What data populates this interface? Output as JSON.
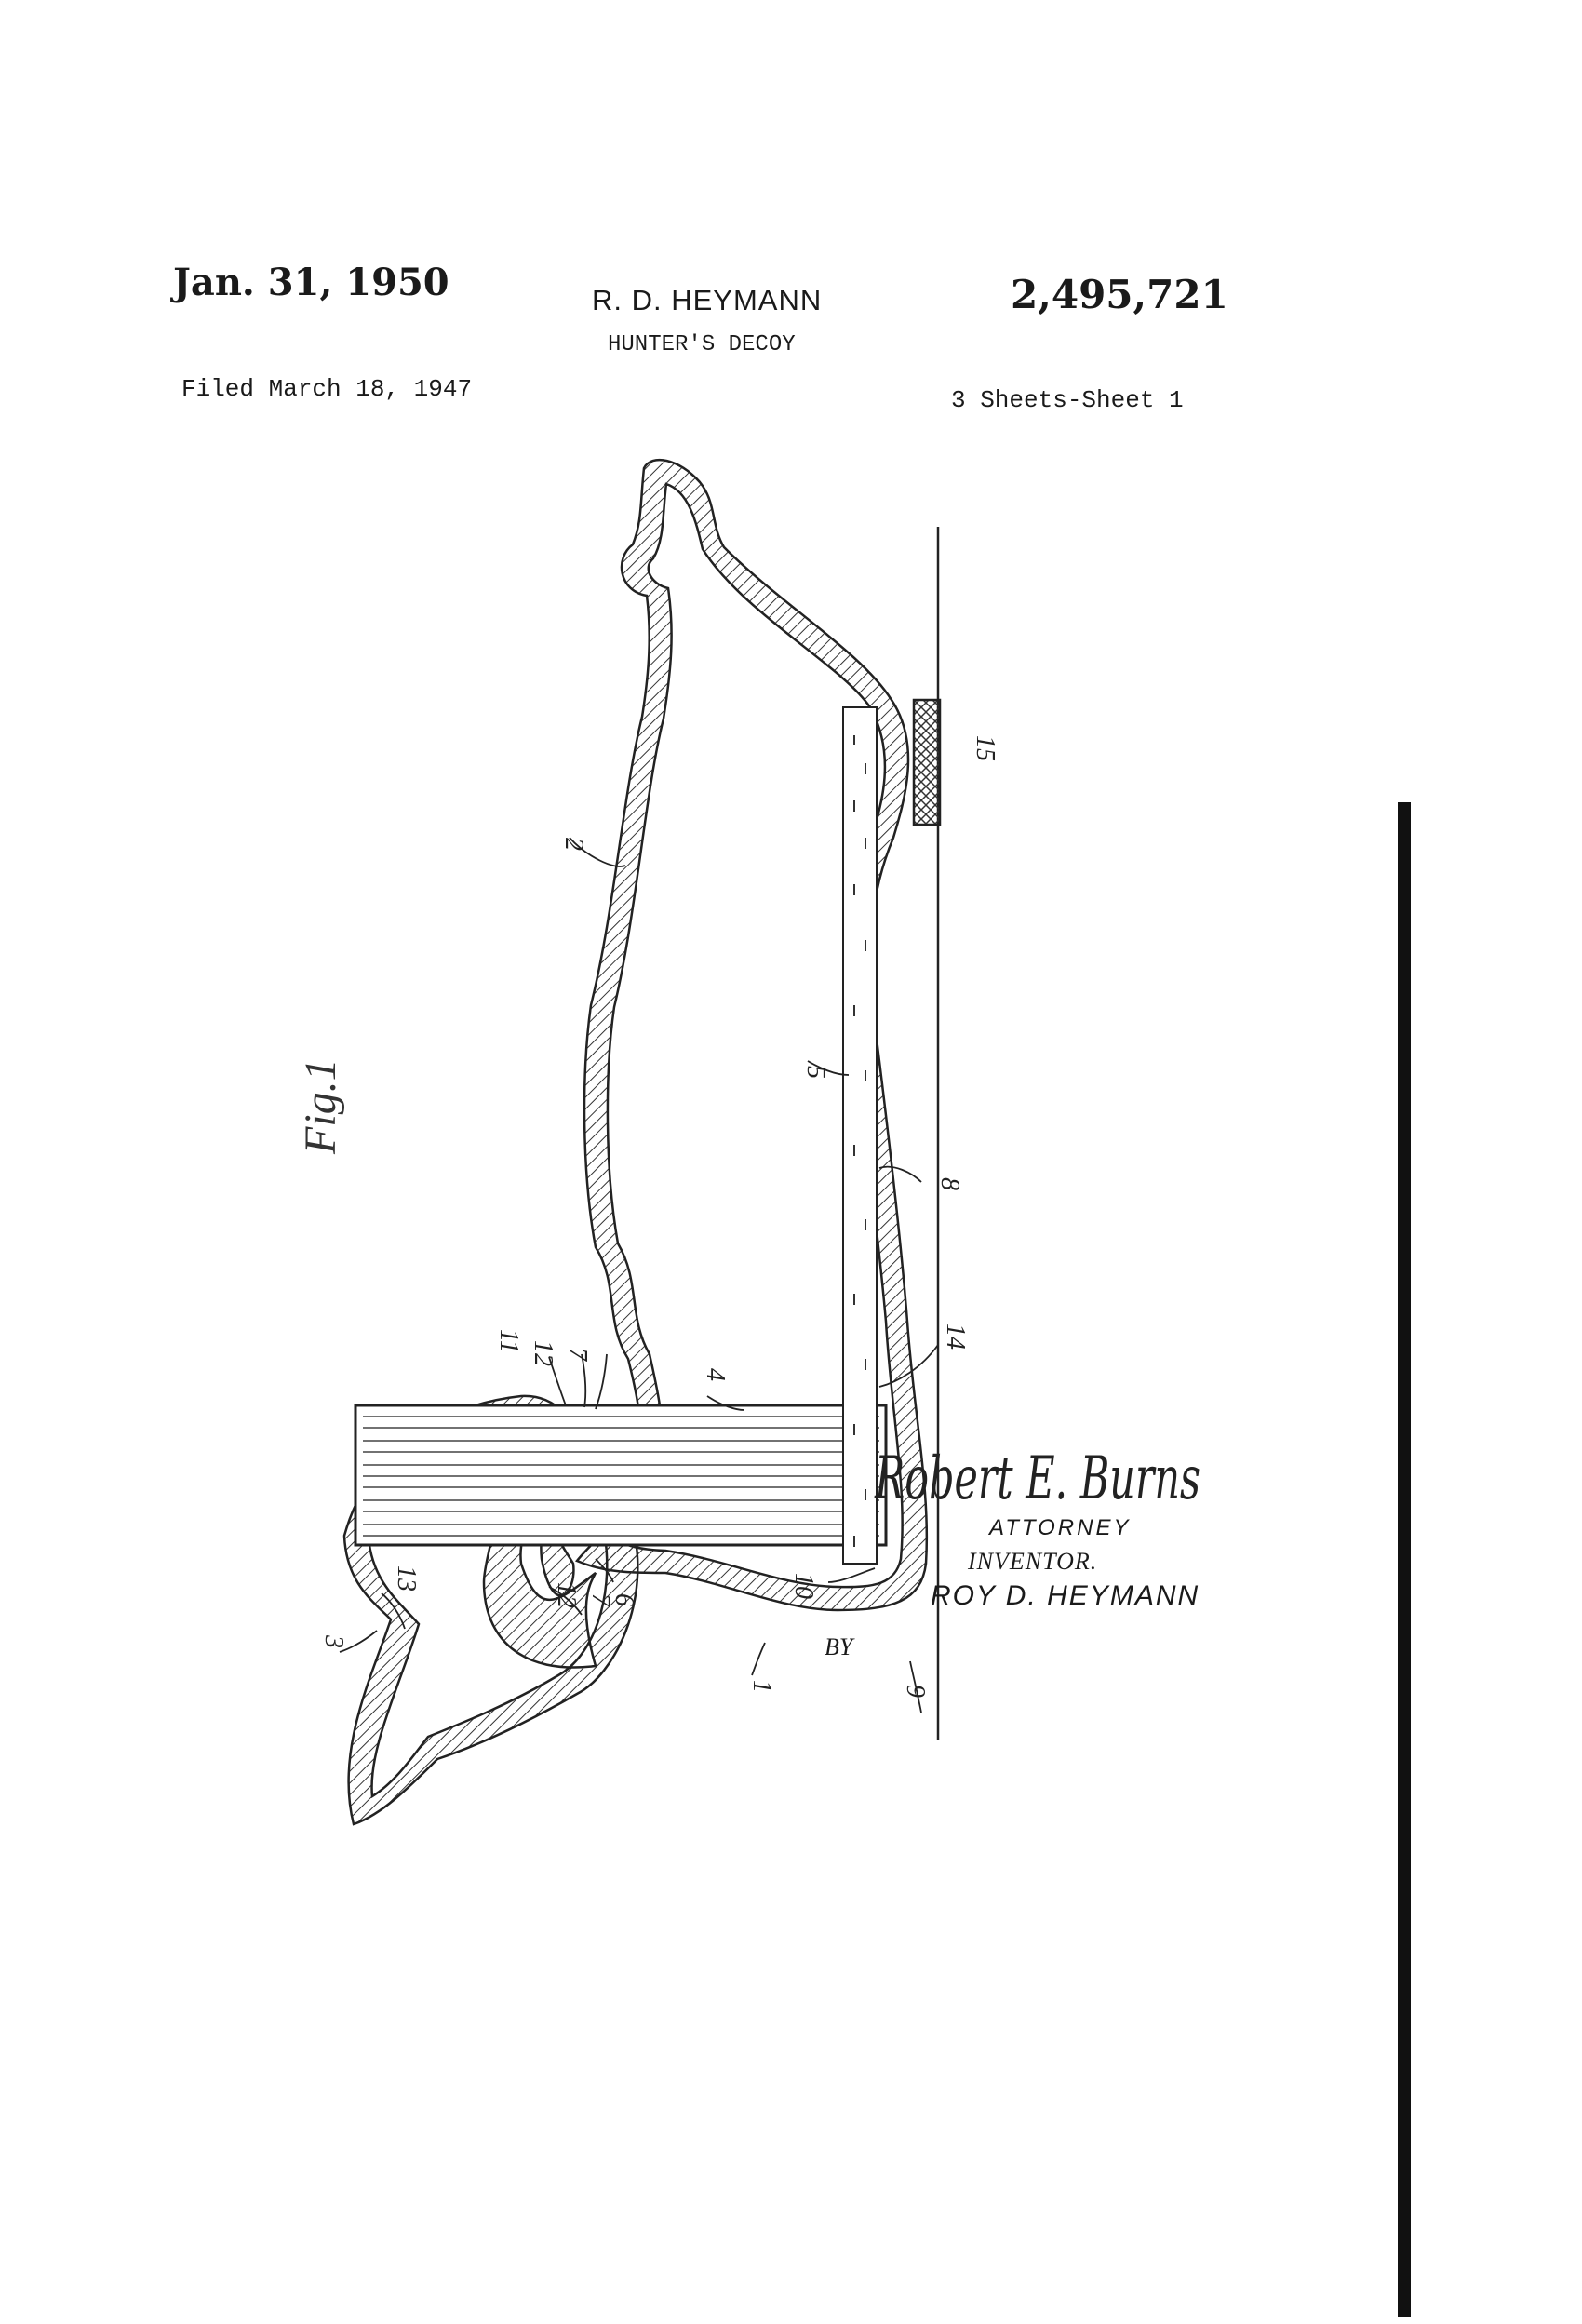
{
  "header": {
    "date": "Jan. 31, 1950",
    "inventor": "R. D. HEYMANN",
    "patent_number": "2,495,721",
    "title": "HUNTER'S DECOY",
    "filed": "Filed March 18, 1947",
    "sheets": "3 Sheets-Sheet 1"
  },
  "figure": {
    "label": "Fig.1",
    "reference_numerals": [
      "1",
      "2",
      "3",
      "4",
      "5",
      "6",
      "7",
      "7",
      "8",
      "9",
      "10",
      "11",
      "12",
      "12",
      "13",
      "14",
      "15"
    ]
  },
  "signature_block": {
    "inventor_label": "INVENTOR.",
    "inventor_name": "ROY D. HEYMANN",
    "by_label": "BY",
    "attorney_signature": "Robert E. Burns",
    "attorney_label": "ATTORNEY"
  }
}
